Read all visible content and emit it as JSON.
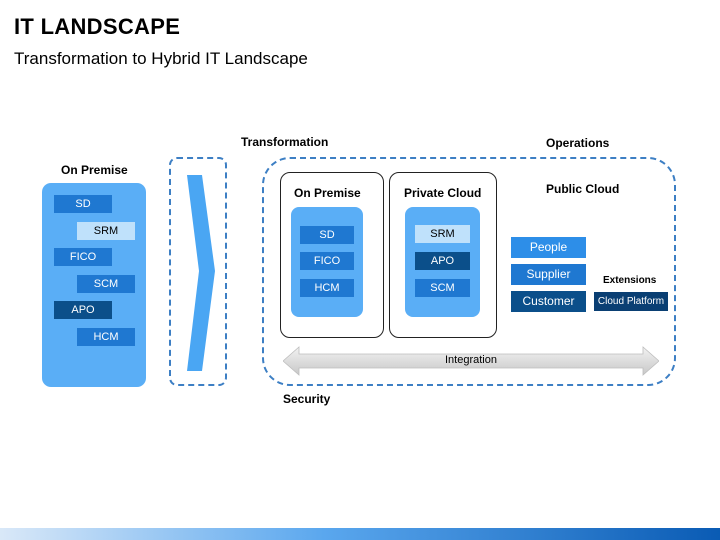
{
  "header": {
    "title": "IT LANDSCAPE",
    "subtitle": "Transformation to Hybrid IT Landscape"
  },
  "left": {
    "label": "On Premise",
    "items": [
      "SD",
      "SRM",
      "FICO",
      "SCM",
      "APO",
      "HCM"
    ]
  },
  "transformation": {
    "label": "Transformation"
  },
  "operations": {
    "label": "Operations"
  },
  "onprem2": {
    "label": "On Premise",
    "items": [
      "SD",
      "FICO",
      "HCM"
    ]
  },
  "private_cloud": {
    "label": "Private Cloud",
    "items": [
      "SRM",
      "APO",
      "SCM"
    ]
  },
  "public_cloud": {
    "label": "Public Cloud",
    "items": [
      "People",
      "Supplier",
      "Customer"
    ]
  },
  "extensions": {
    "label": "Extensions",
    "item": "Cloud Platform"
  },
  "integration": {
    "label": "Integration"
  },
  "security": {
    "label": "Security"
  },
  "colors": {
    "light_blue": "#5aaef6",
    "mid_blue": "#1f78d1",
    "dark_blue": "#0b4f8a",
    "navy": "#0a3f73",
    "dashed_border": "#3d7fc4"
  }
}
